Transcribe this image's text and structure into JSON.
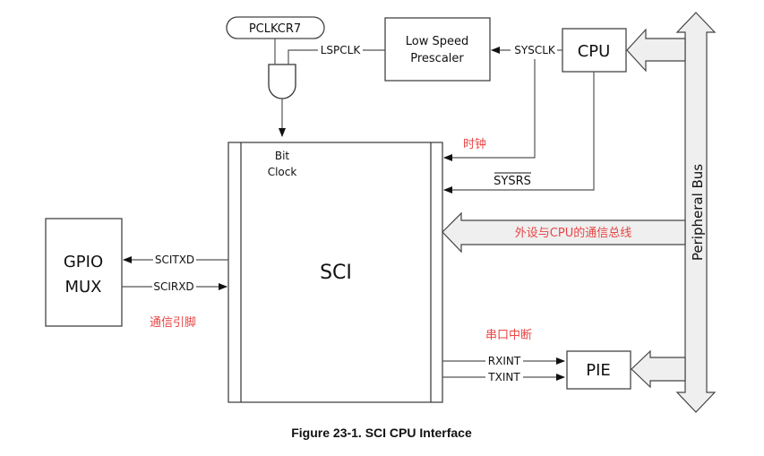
{
  "figure": {
    "caption": "Figure 23-1. SCI CPU Interface"
  },
  "blocks": {
    "pclkcr7": "PCLKCR7",
    "prescaler_line1": "Low Speed",
    "prescaler_line2": "Prescaler",
    "cpu": "CPU",
    "sci": "SCI",
    "gpio_line1": "GPIO",
    "gpio_line2": "MUX",
    "pie": "PIE",
    "and_gate": "and-gate"
  },
  "signals": {
    "lspclk": "LSPCLK",
    "sysclk": "SYSCLK",
    "bit_clock_line1": "Bit",
    "bit_clock_line2": "Clock",
    "sysrs": "SYSRS",
    "scitxd": "SCITXD",
    "scirxd": "SCIRXD",
    "rxint": "RXINT",
    "txint": "TXINT",
    "peripheral_bus": "Peripheral Bus"
  },
  "annotations": {
    "clock": "时钟",
    "bus_comm": "外设与CPU的通信总线",
    "comm_pins": "通信引脚",
    "serial_interrupt": "串口中断"
  }
}
